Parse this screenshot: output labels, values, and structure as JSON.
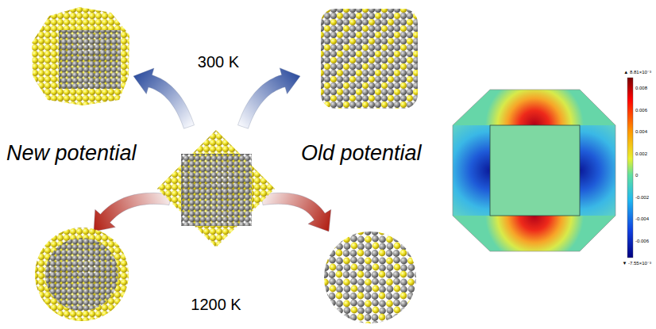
{
  "diagram": {
    "labels": [
      "300 K",
      "New potential",
      "Old potential",
      "1200 K",
      "▲ 8.81×10⁻³",
      "0.008",
      "0.006",
      "0.004",
      "0.002",
      "0",
      "-0.002",
      "-0.004",
      "-0.006",
      "▼ -7.55×10⁻³"
    ]
  }
}
